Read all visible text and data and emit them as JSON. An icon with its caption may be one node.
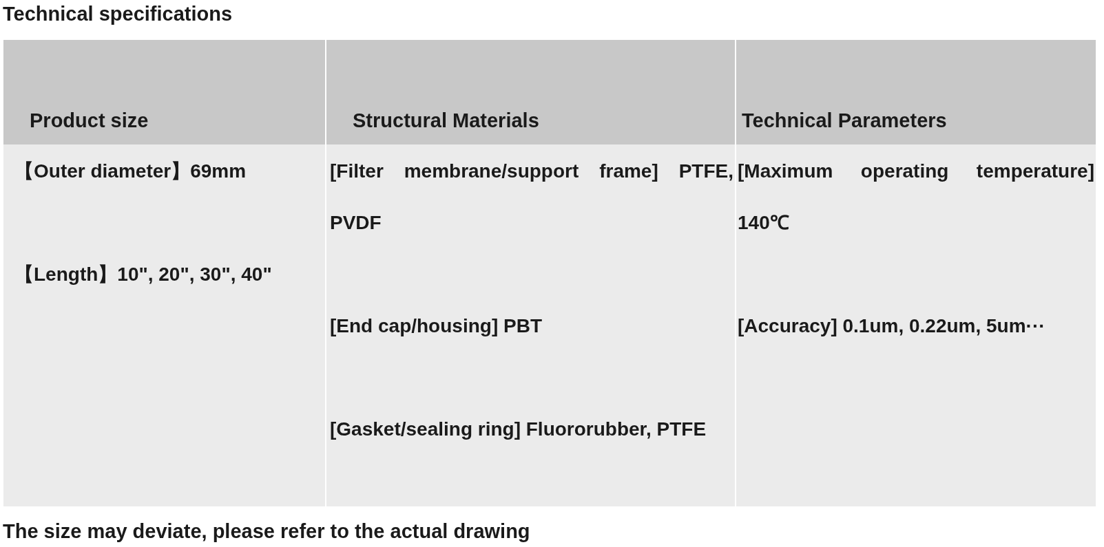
{
  "diagram": {
    "title": "Technical specifications",
    "caption": "The size may deviate, please refer to the actual drawing",
    "labels": [
      "Product size",
      "Structural Materials",
      "Technical Parameters",
      "【Outer diameter】69mm",
      "【Length】10\", 20\", 30\", 40\"",
      "[Filter membrane/support frame] PTFE, PVDF",
      "[End cap/housing] PBT",
      "[Gasket/sealing ring] Fluororubber, PTFE",
      "[Maximum operating temperature] 140℃",
      "[Accuracy] 0.1um, 0.22um, 5um···"
    ]
  }
}
